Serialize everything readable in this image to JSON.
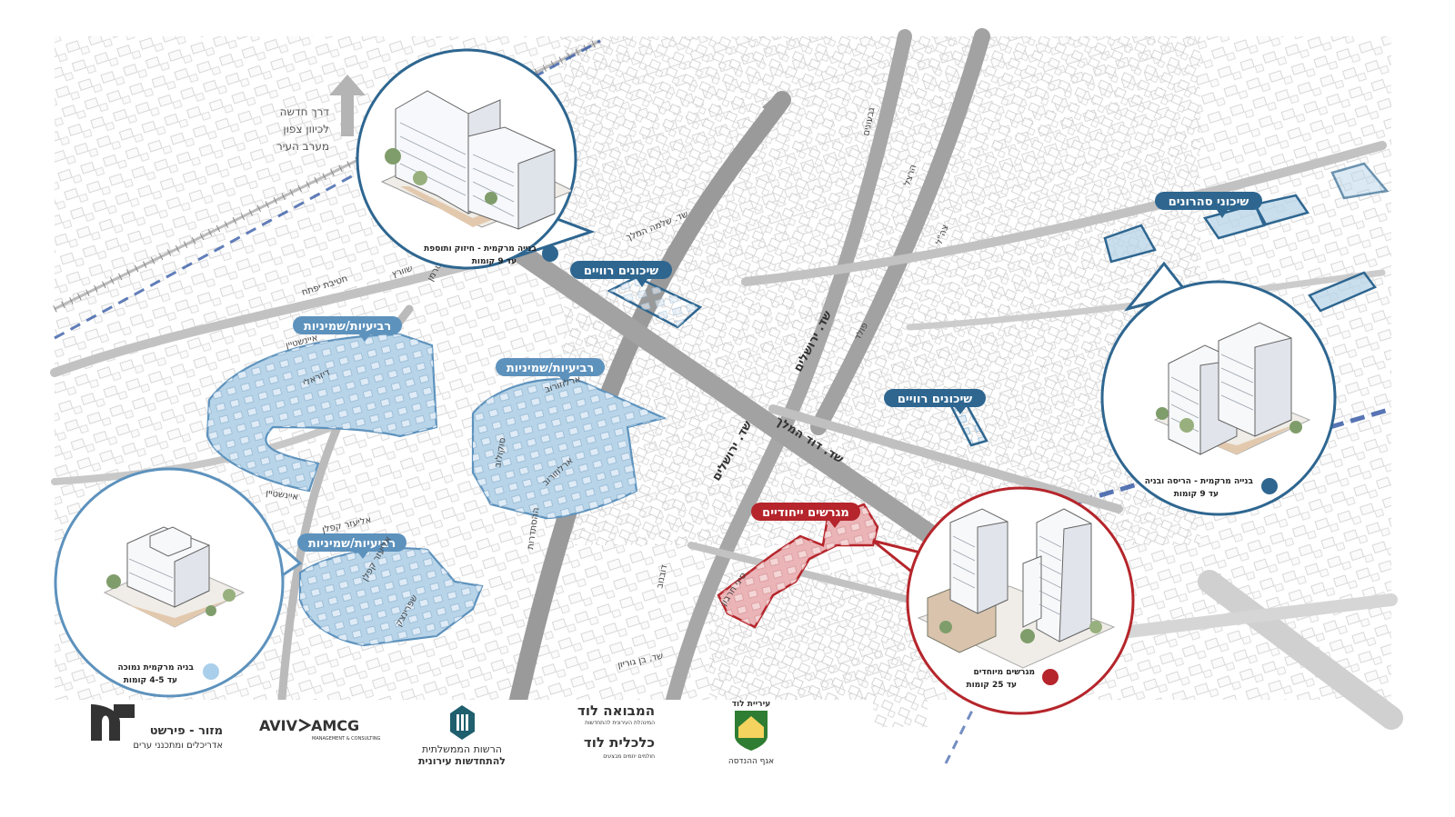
{
  "road_note": [
    "דרך חדשה",
    "לכיוון צפון",
    "מערב העיר"
  ],
  "labels": {
    "shikunim_ravim_1": "שיכונים רוויים",
    "shikunim_ravim_2": "שיכונים רוויים",
    "shikunei_seharonim": "שיכוני סהרונים",
    "reviot_1": "רביעיות/שמיניות",
    "reviot_2": "רביעיות/שמיניות",
    "reviot_3": "רביעיות/שמיניות",
    "migrashim": "מגרשים ייחודיים"
  },
  "callouts": {
    "top_left": [
      "בנייה מרקמית - חיזוק ותוספת",
      "עד 9 קומות"
    ],
    "right": [
      "בנייה מרקמית - הריסה ובניה",
      "עד 9 קומות"
    ],
    "bottom_left": [
      "בניה מרקמית נמוכה",
      "עד 4-5 קומות"
    ],
    "bottom_right": [
      "מגרשים מיוחדים",
      "עד 25 קומות"
    ]
  },
  "streets": {
    "gilboa": "גבעונים",
    "hertzl": "הרצל",
    "tzahal": "צה\"ל",
    "shlomo": "שד. שלמה המלך",
    "yerushalayim_1": "שד. ירושלים",
    "yerushalayim_2": "שד. ירושלים",
    "david": "שד. דוד המלך",
    "einstein_1": "איינשטיין",
    "einstein_2": "איינשטיין",
    "shuvar": "שוורץ",
    "yefet": "חטיבת יפתח",
    "alterman": "אלטרמן",
    "disraeli": "דיזראלי",
    "arlozorov": "ארלוזורוב",
    "sokolov": "סוקולוב",
    "arlozorov2": "ארלוזורוב",
    "kaplan_1": "אליעזר קפלן",
    "kaplan_2": "אליעזר קפלן",
    "shprintzak": "שפרינצק",
    "hahistadrut": "ההסתדרות",
    "dubnov": "דובנוב",
    "ben_gurion": "שד. בן גוריון",
    "sinai": "סיני חרבון",
    "fuld": "פולד"
  },
  "logos": {
    "mazor_name": "מזור - פירשט",
    "mazor_sub": "אדריכלים ומתכנני ערים",
    "aviv": "AVIV",
    "amcg": "AMCG",
    "amcg_sub": "MANAGEMENT & CONSULTING",
    "rashut_1": "הרשות הממשלתית",
    "rashut_2": "להתחדשות עירונית",
    "mavoa": "המבואה לוד",
    "mavoa_sub": "המינהלת העירונית להתחדשות",
    "kalkalit": "כלכלית לוד",
    "kalkalit_sub": "חולמים יוזמים מבצעים",
    "city": "עיריית לוד",
    "city_sub": "אגף ההנדסה"
  },
  "colors": {
    "blue_dark": "#2e6690",
    "blue_fill": "#b8d4e8",
    "red": "#b5252b",
    "red_fill": "#ebb4b7",
    "road": "#9a9a9a",
    "rail": "#3a5ea8"
  }
}
